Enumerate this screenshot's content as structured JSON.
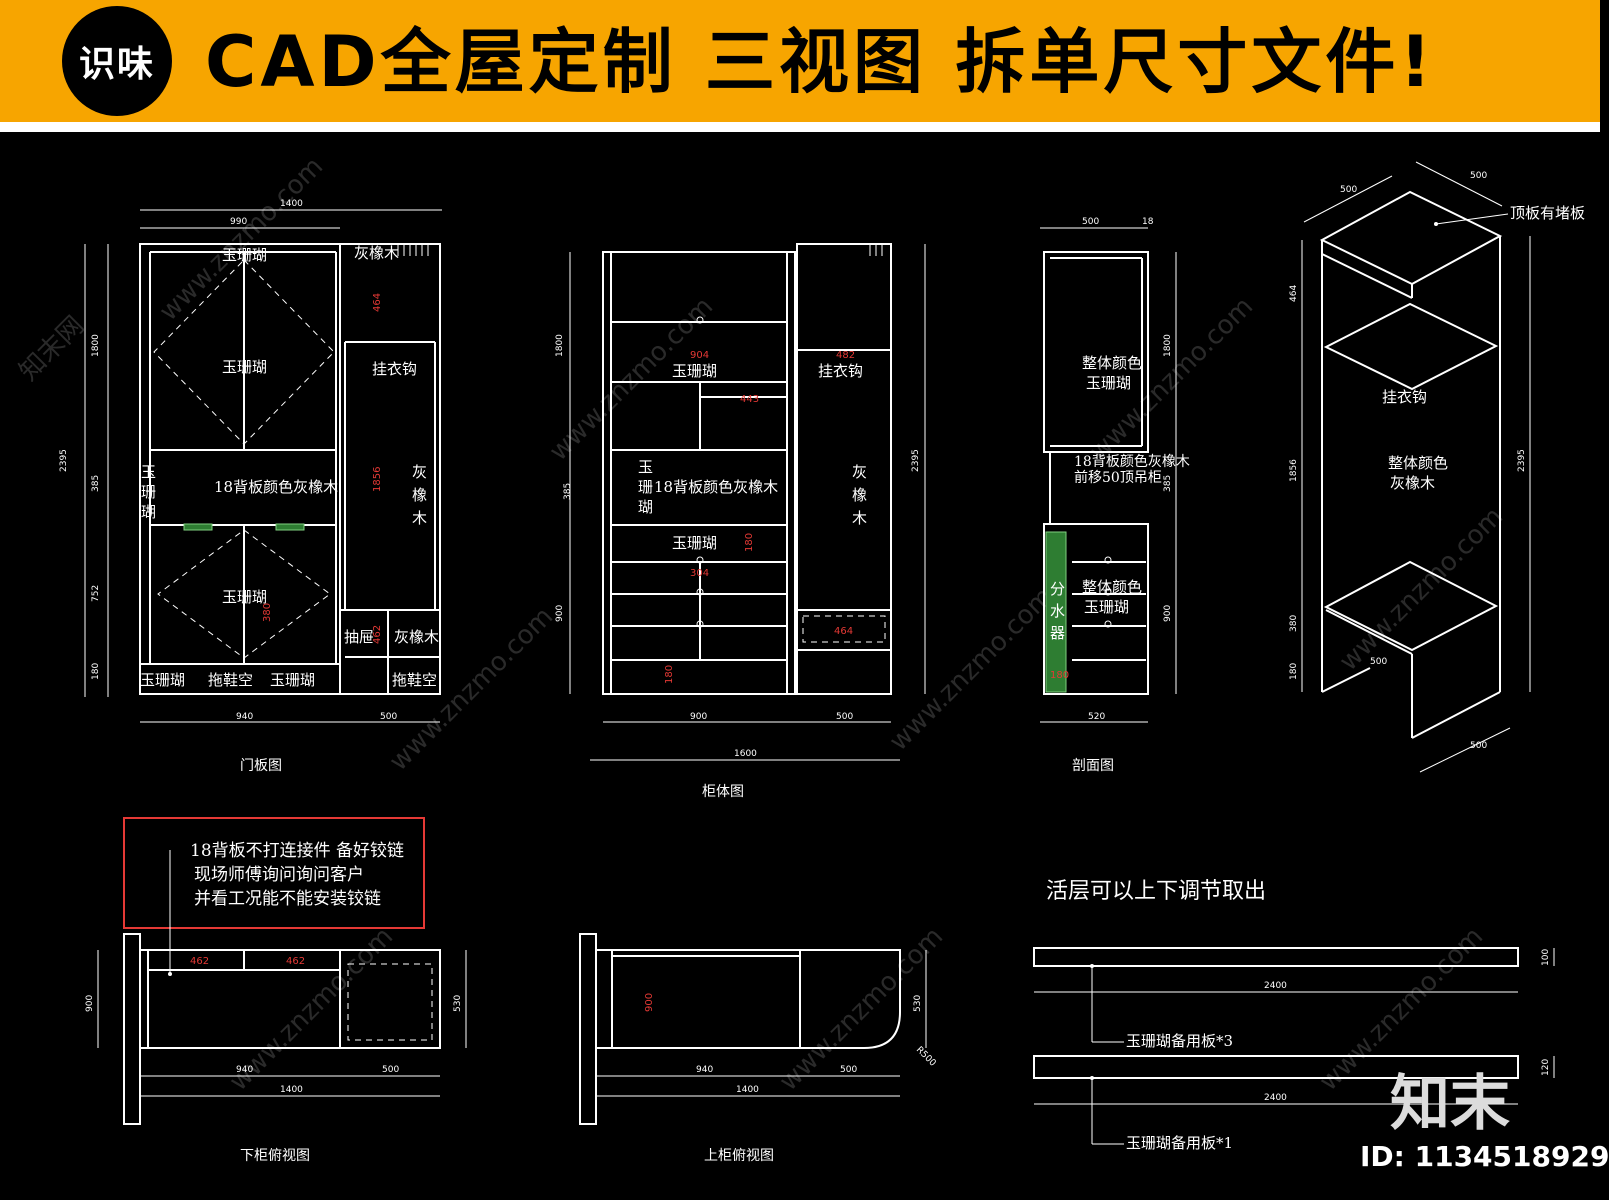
{
  "banner": {
    "logo_text": "识味",
    "title": "CAD全屋定制 三视图 拆单尺寸文件!",
    "bg_color": "#f7a500"
  },
  "views": {
    "door": {
      "caption": "门板图",
      "dim_top_total": "1400",
      "dim_top_left": "990",
      "dim_bottom_left": "940",
      "dim_bottom_right": "500",
      "dim_height_total": "2395",
      "left_dims": [
        "1800",
        "385",
        "752",
        "180"
      ],
      "red_dims": [
        "464",
        "1856",
        "380",
        "462"
      ],
      "labels": {
        "yushanhu_top": "玉珊瑚",
        "huixiangmu_top": "灰橡木",
        "yushanhu_mid": "玉珊瑚",
        "guayigou": "挂衣钩",
        "backboard": "18背板颜色灰橡木",
        "vertical_yu": "玉",
        "vertical_shan": "珊",
        "vertical_hu": "瑚",
        "hui": "灰",
        "xiang": "橡",
        "mu": "木",
        "yushanhu_low": "玉珊瑚",
        "chouti": "抽屉",
        "huixiangmu_low": "灰橡木",
        "bottom_left": "玉珊瑚",
        "bottom_mid": "拖鞋空",
        "bottom_right": "玉珊瑚",
        "bottom_far": "拖鞋空"
      }
    },
    "cabinet": {
      "caption": "柜体图",
      "dim_bottom_left": "900",
      "dim_bottom_right": "500",
      "dim_total": "1600",
      "dim_height": "2395",
      "left_dims": [
        "1800",
        "385",
        "900"
      ],
      "red_dims": [
        "904",
        "443",
        "482",
        "464",
        "180",
        "304",
        "180"
      ],
      "labels": {
        "yushanhu_a": "玉珊瑚",
        "guayigou": "挂衣钩",
        "yu": "玉",
        "shan": "珊",
        "hu": "瑚",
        "backboard": "18背板颜色灰橡木",
        "hui": "灰",
        "xiang": "橡",
        "mu": "木",
        "yushanhu_b": "玉珊瑚"
      }
    },
    "section": {
      "caption": "剖面图",
      "dim_top": "500",
      "dim_top_small": "18",
      "dim_bottom": "520",
      "dims_right": [
        "1800",
        "385",
        "900"
      ],
      "labels": {
        "color_top_1": "整体颜色",
        "color_top_2": "玉珊瑚",
        "back_note_1": "18背板颜色灰橡木",
        "back_note_2": "前移50顶吊柜",
        "fen": "分",
        "shui": "水",
        "qi": "器",
        "color_low_1": "整体颜色",
        "color_low_2": "玉珊瑚",
        "red_small": "180"
      }
    },
    "iso": {
      "dim_a": "500",
      "dim_b": "500",
      "dim_c": "500",
      "dim_d": "500",
      "dim_height": "2395",
      "left_dims": [
        "464",
        "1856",
        "380",
        "180"
      ],
      "labels": {
        "top_note": "顶板有堵板",
        "guayigou": "挂衣钩",
        "color_1": "整体颜色",
        "color_2": "灰橡木"
      }
    },
    "note_box": {
      "line1": "18背板不打连接件 备好铰链",
      "line2": "现场师傅询问询问客户",
      "line3": "并看工况能不能安装铰链"
    },
    "lower_plan": {
      "caption": "下柜俯视图",
      "dims_top": [
        "462",
        "462"
      ],
      "dim_bottom_left": "940",
      "dim_bottom_right": "500",
      "dim_total": "1400",
      "dim_left": "900",
      "dim_right": "530"
    },
    "upper_plan": {
      "caption": "上柜俯视图",
      "dim_inner": "900",
      "dim_bottom_left": "940",
      "dim_bottom_right": "500",
      "dim_total": "1400",
      "dim_right": "530",
      "dim_radius": "R500"
    },
    "shelves": {
      "title": "活层可以上下调节取出",
      "dim_1": "2400",
      "dim_2": "2400",
      "thick_1": "100",
      "thick_2": "120",
      "label_1": "玉珊瑚备用板*3",
      "label_2": "玉珊瑚备用板*1"
    }
  },
  "watermark": {
    "site": "www.znzmo.com",
    "cn": "知末网",
    "brand": "知末",
    "id": "ID: 1134518929"
  }
}
